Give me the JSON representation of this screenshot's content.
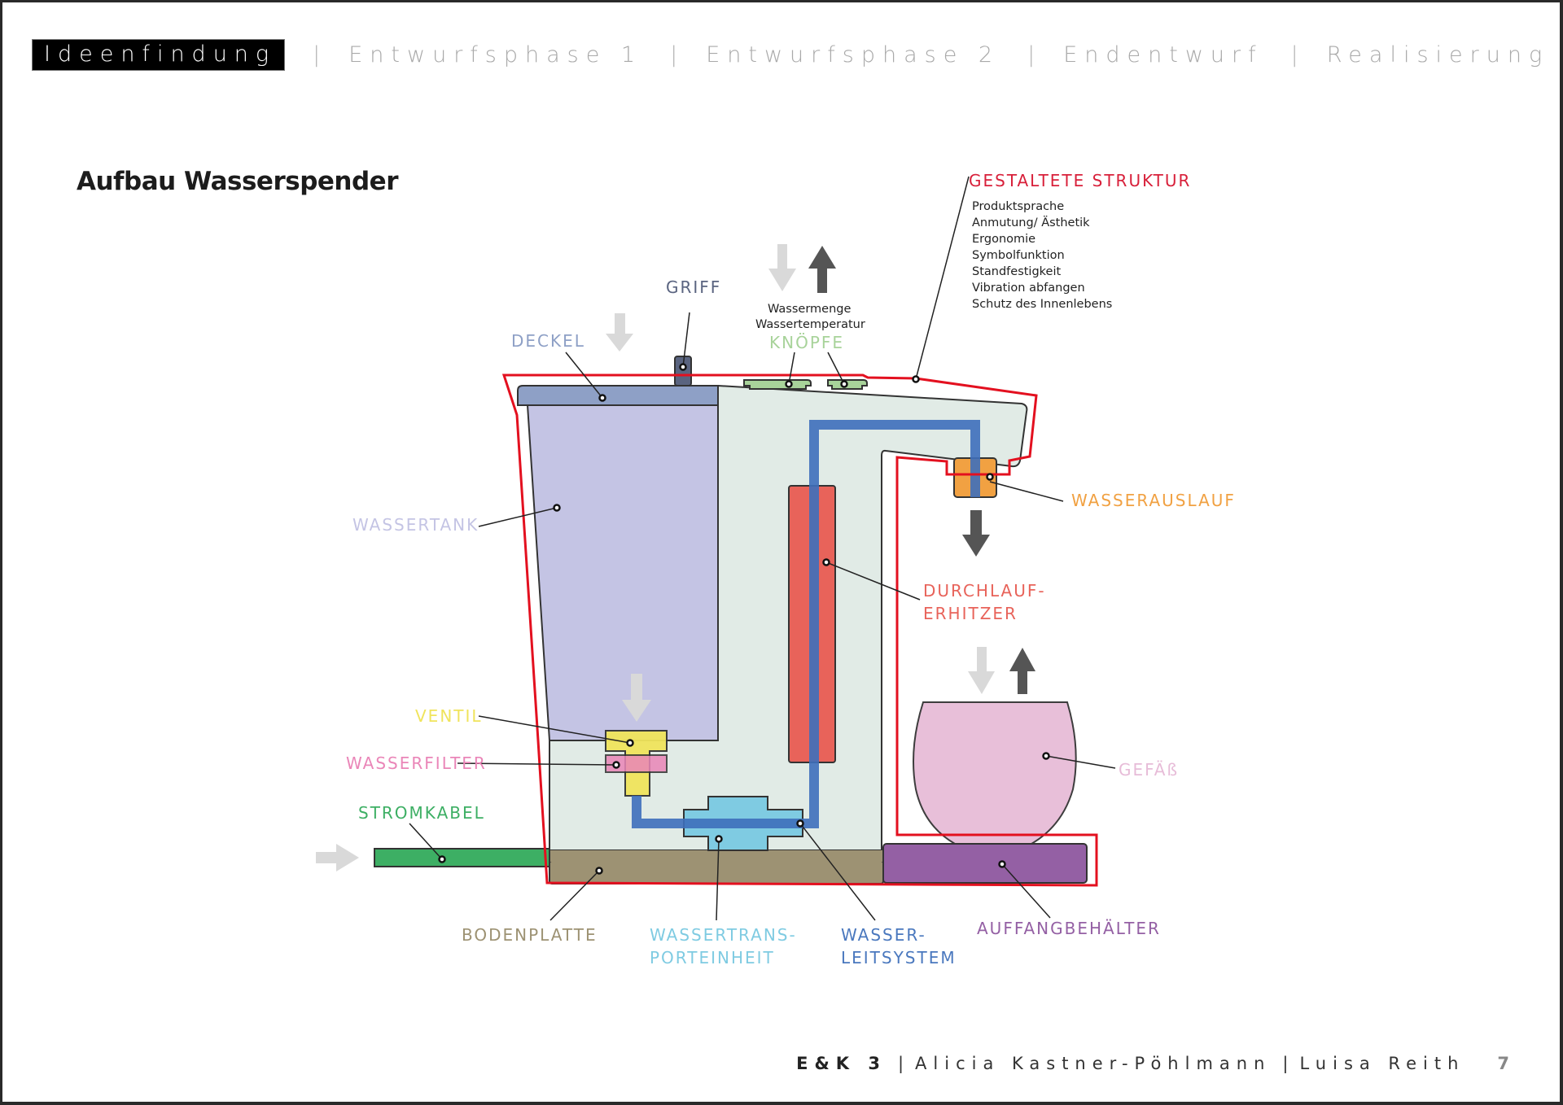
{
  "nav": {
    "items": [
      {
        "label": "Ideenfindung",
        "active": true
      },
      {
        "label": "Entwurfsphase 1",
        "active": false
      },
      {
        "label": "Entwurfsphase 2",
        "active": false
      },
      {
        "label": "Endentwurf",
        "active": false
      },
      {
        "label": "Realisierung",
        "active": false
      }
    ],
    "separator": "|"
  },
  "title": "Aufbau Wasserspender",
  "structure": {
    "heading": "GESTALTETE STRUKTUR",
    "points": [
      "Produktsprache",
      "Anmutung/ Ästhetik",
      "Ergonomie",
      "Symbolfunktion",
      "Standfestigkeit",
      "Vibration abfangen",
      "Schutz des Innenlebens"
    ]
  },
  "buttons_note": {
    "line1": "Wassermenge",
    "line2": "Wassertemperatur"
  },
  "labels": {
    "griff": "GRIFF",
    "deckel": "DECKEL",
    "knoepfe": "KNÖPFE",
    "wassertank": "WASSERTANK",
    "wasserauslauf": "WASSERAUSLAUF",
    "durchlauf1": "DURCHLAUF-",
    "durchlauf2": "ERHITZER",
    "ventil": "VENTIL",
    "wasserfilter": "WASSERFILTER",
    "stromkabel": "STROMKABEL",
    "gefaess": "GEFÄß",
    "bodenplatte": "BODENPLATTE",
    "transport1": "WASSERTRANS-",
    "transport2": "PORTEINHEIT",
    "leit1": "WASSER-",
    "leit2": "LEITSYSTEM",
    "auffang": "AUFFANGBEHÄLTER"
  },
  "colors": {
    "structure": "#d8203a",
    "griff": "#5a6480",
    "deckel": "#8ea0c6",
    "knoepfe": "#a8d39a",
    "wassertank": "#c4c4e4",
    "wasserauslauf": "#f1a142",
    "durchlauf": "#e8635a",
    "ventil": "#f0e45c",
    "wasserfilter": "#ea86b8",
    "stromkabel": "#3daf64",
    "gefaess": "#e7bcd8",
    "bodenplatte": "#9d9273",
    "transport": "#7fcbe2",
    "leit": "#4a78be",
    "auffang": "#9460a4",
    "body": "#e1ebe6"
  },
  "footer": {
    "course": "E&K 3",
    "author1": "Alicia Kastner-Pöhlmann",
    "author2": "Luisa Reith",
    "separator": "|",
    "page": "7"
  }
}
